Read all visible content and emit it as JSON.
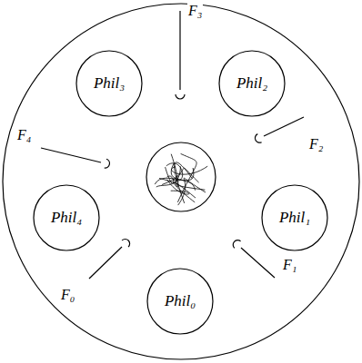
{
  "diagram": {
    "nodes": [
      {
        "text": [
          "Phil₃"
        ]
      },
      {
        "text": [
          "Phil₂"
        ]
      },
      {
        "text": [
          "Phil₄"
        ]
      },
      {
        "text": [
          "Phil₁"
        ]
      },
      {
        "text": [
          "Phil₀"
        ]
      }
    ],
    "labels": [
      "F₃",
      "F₄",
      "F₂",
      "F₀",
      "F₁"
    ]
  }
}
